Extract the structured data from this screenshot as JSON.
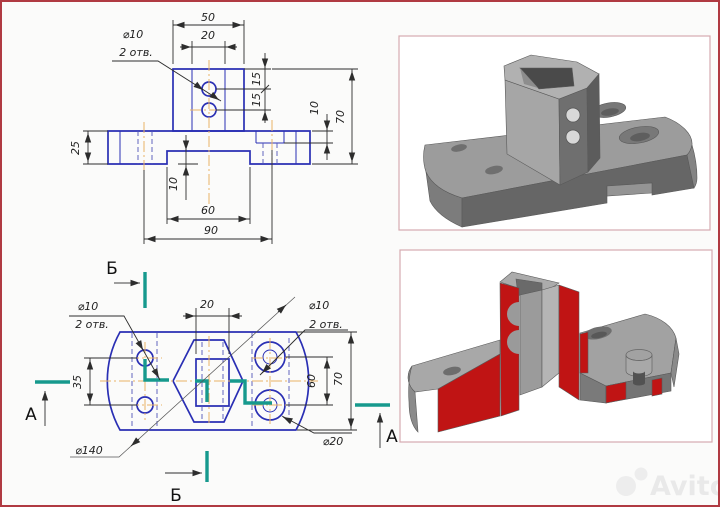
{
  "front_view": {
    "dims": {
      "top_width": "50",
      "hole_offset": "20",
      "height_step1": "15",
      "height_step2": "15",
      "cbore_depth": "10",
      "total_height": "70",
      "base_thickness": "25",
      "notch_depth": "10",
      "notch_width": "60",
      "hole_span": "90"
    },
    "hole_note": {
      "dia": "⌀10",
      "count": "2 отв."
    }
  },
  "top_view": {
    "dims": {
      "square_width": "20",
      "left_hole_pitch": "35",
      "right_hole_pitch": "60",
      "plate_width": "70",
      "disc_dia": "⌀140",
      "cbore_dia": "⌀20"
    },
    "hole_note_left": {
      "dia": "⌀10",
      "count": "2 отв."
    },
    "hole_note_right": {
      "dia": "⌀10",
      "count": "2 отв."
    },
    "sections": {
      "a": "А",
      "b": "Б"
    }
  },
  "watermark": {
    "brand": "Avito"
  },
  "colors": {
    "outline_blue": "#2a2fb4",
    "centerline_orange": "#eab366",
    "section_teal": "#16998d",
    "cut_face_red": "#c01414",
    "border_red": "#b03a42",
    "frame_pink": "#d6abb0"
  }
}
